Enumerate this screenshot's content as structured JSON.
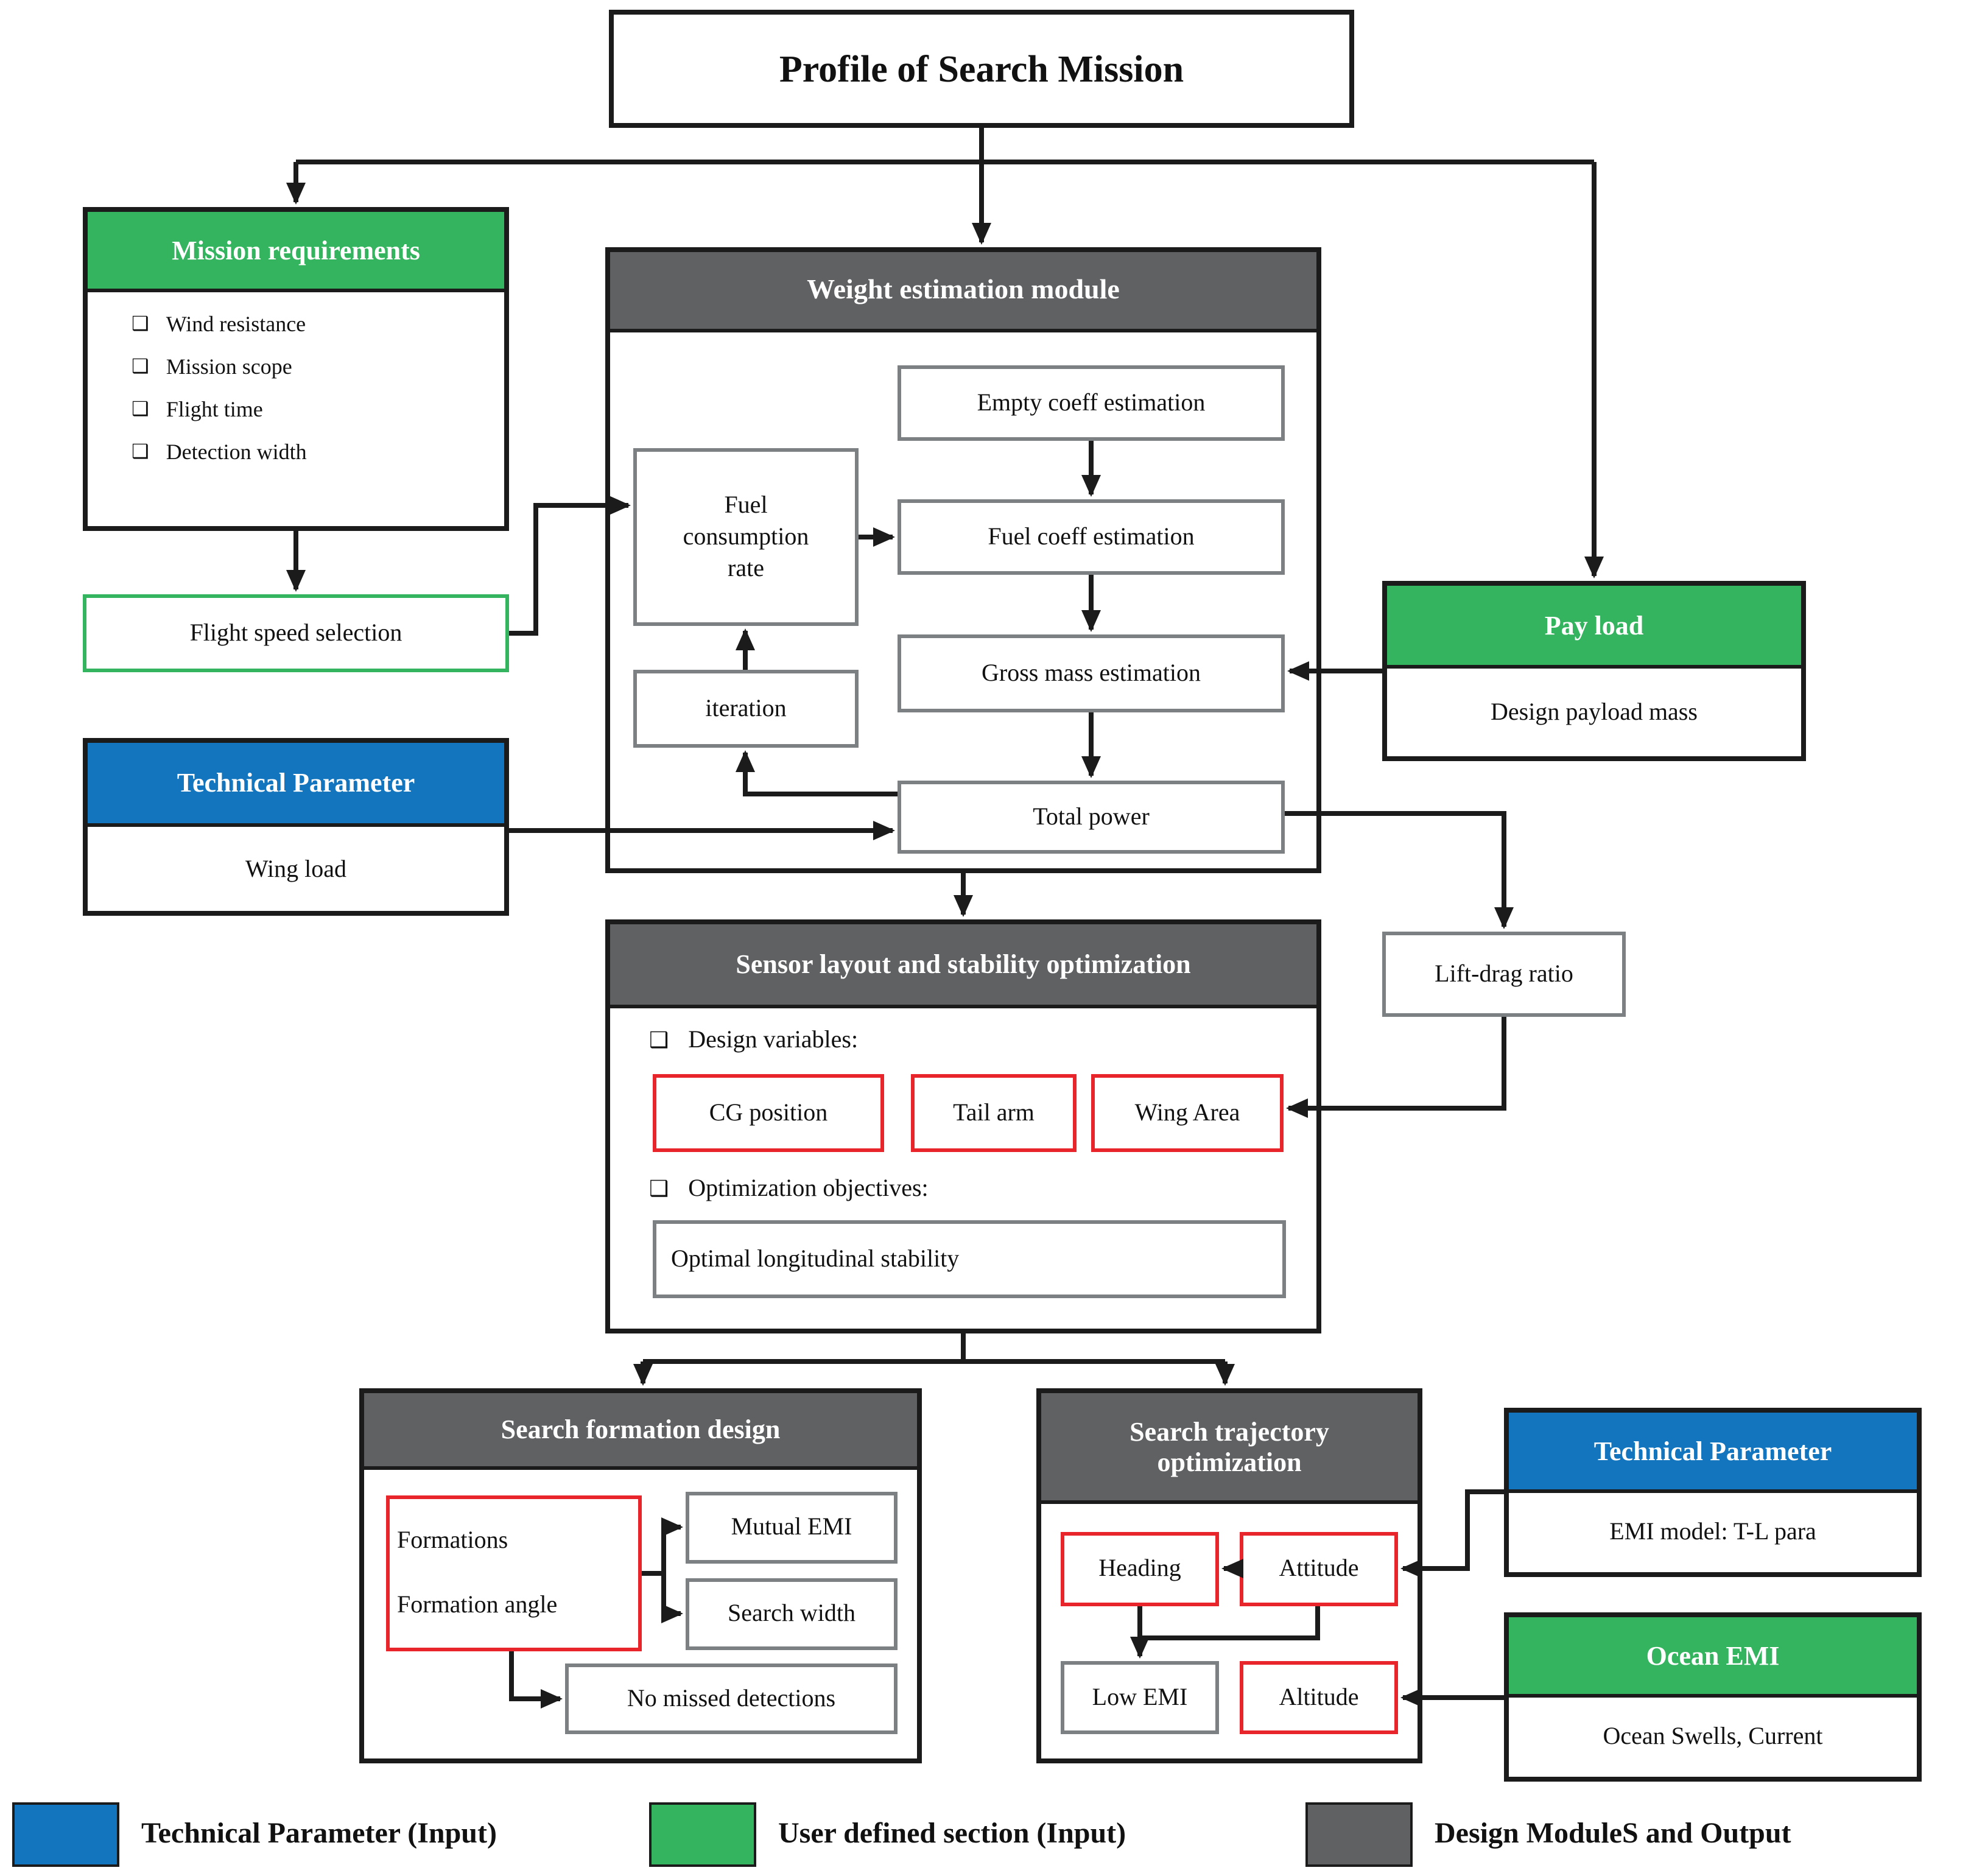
{
  "palette": {
    "green": "#34b45f",
    "blue": "#1375bd",
    "dark_gray": "#606163",
    "red_border": "#e8252a",
    "inner_border_gray": "#7d8082",
    "line_black": "#1b1b1b"
  },
  "glyphs": {
    "checkbox": "❑"
  },
  "nodes": {
    "profile": {
      "title": "Profile of Search Mission"
    },
    "mission_requirements": {
      "title": "Mission requirements",
      "items": [
        "Wind resistance",
        "Mission scope",
        "Flight time",
        "Detection width"
      ]
    },
    "flight_speed": {
      "label": "Flight speed selection"
    },
    "technical_parameter_wing": {
      "title": "Technical Parameter",
      "body": "Wing load"
    },
    "weight_module": {
      "title": "Weight estimation module",
      "empty_coeff": "Empty coeff estimation",
      "fuel_rate": "Fuel consumption rate",
      "fuel_coeff": "Fuel coeff estimation",
      "iteration": "iteration",
      "gross_mass": "Gross mass estimation",
      "total_power": "Total power"
    },
    "payload": {
      "title": "Pay load",
      "body": "Design payload mass"
    },
    "lift_drag": {
      "label": "Lift-drag ratio"
    },
    "sensor_module": {
      "title": "Sensor layout and stability optimization",
      "design_variables_label": "Design variables:",
      "var_cg": "CG position",
      "var_tail": "Tail arm",
      "var_wing": "Wing Area",
      "objectives_label": "Optimization objectives:",
      "objective": "Optimal longitudinal stability"
    },
    "formation_module": {
      "title": "Search formation design",
      "line1": "Formations",
      "line2": "Formation angle",
      "mutual_emi": "Mutual EMI",
      "search_width": "Search width",
      "no_missed": "No missed detections"
    },
    "trajectory_module": {
      "title": "Search trajectory optimization",
      "heading": "Heading",
      "attitude": "Attitude",
      "low_emi": "Low EMI",
      "altitude": "Altitude"
    },
    "technical_parameter_emi": {
      "title": "Technical Parameter",
      "body": "EMI model: T-L para"
    },
    "ocean_emi": {
      "title": "Ocean EMI",
      "body": "Ocean Swells, Current"
    }
  },
  "legend": {
    "technical": {
      "label": "Technical Parameter (Input)",
      "color": "#1375bd"
    },
    "user": {
      "label": "User defined section (Input)",
      "color": "#34b45f"
    },
    "modules": {
      "label": "Design ModuleS and Output",
      "color": "#606163"
    }
  }
}
